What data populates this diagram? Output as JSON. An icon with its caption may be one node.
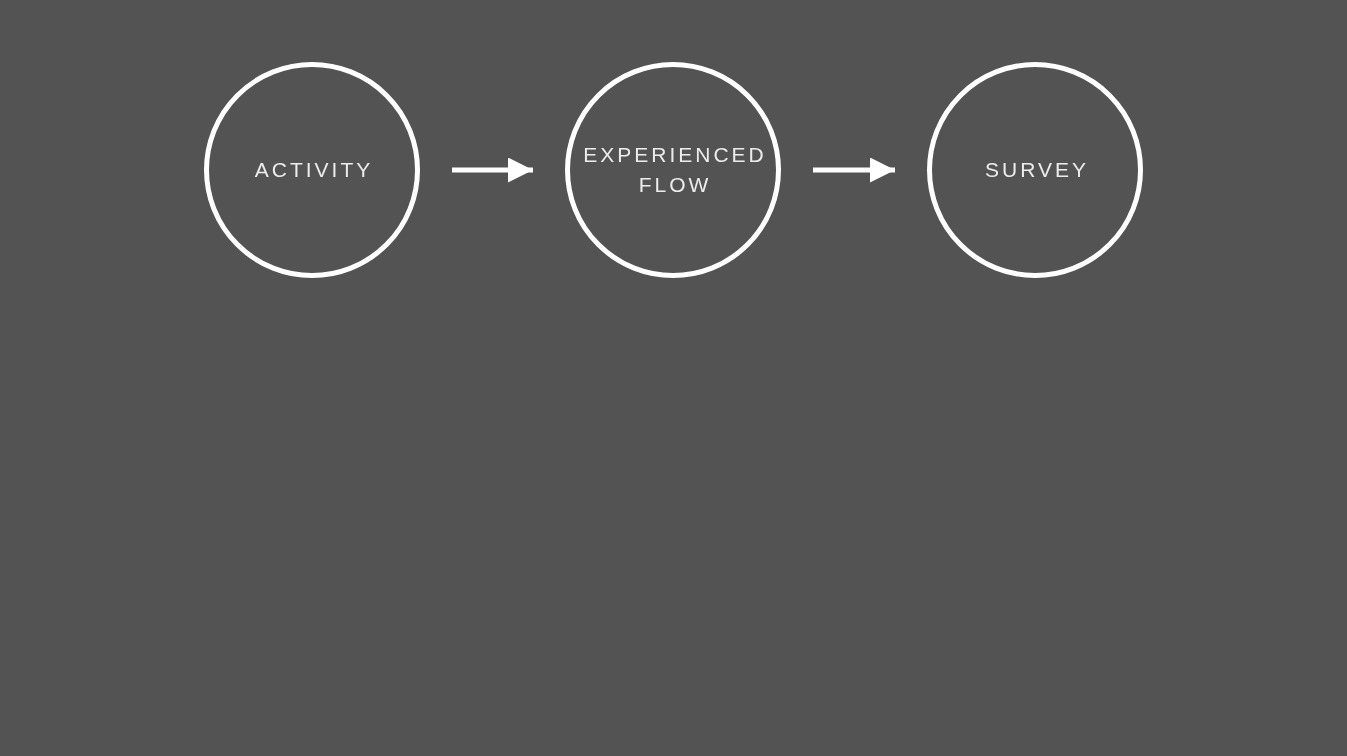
{
  "diagram": {
    "nodes": [
      {
        "text": [
          "ACTIVITY"
        ]
      },
      {
        "text": [
          "EXPERIENCED FLOW"
        ]
      },
      {
        "text": [
          "SURVEY"
        ]
      }
    ],
    "edges": [
      {
        "from": 0,
        "to": 1,
        "arrow": "to"
      },
      {
        "from": 1,
        "to": 2,
        "arrow": "to"
      }
    ]
  }
}
